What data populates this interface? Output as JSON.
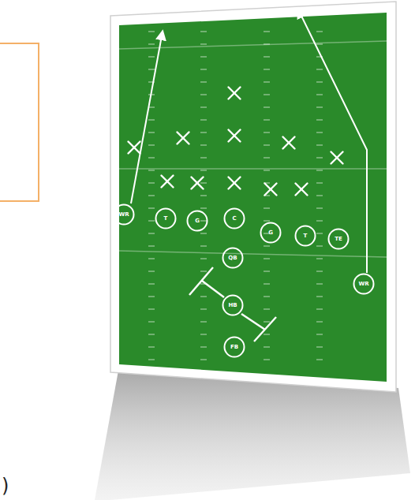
{
  "diagram": {
    "nodes": [
      {
        "text": [
          "WR"
        ]
      },
      {
        "text": [
          "T"
        ]
      },
      {
        "text": [
          "G"
        ]
      },
      {
        "text": [
          "C"
        ]
      },
      {
        "text": [
          "G"
        ]
      },
      {
        "text": [
          "T"
        ]
      },
      {
        "text": [
          "TE"
        ]
      },
      {
        "text": [
          "QB"
        ]
      },
      {
        "text": [
          "WR"
        ]
      },
      {
        "text": [
          "HB"
        ]
      },
      {
        "text": [
          "FB"
        ]
      }
    ],
    "labels": [
      ")"
    ]
  }
}
